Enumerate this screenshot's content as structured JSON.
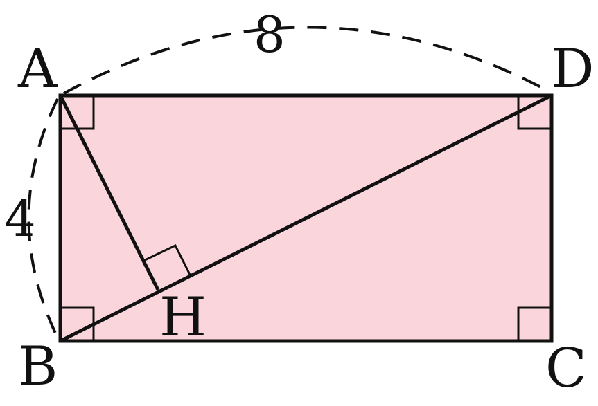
{
  "figure": {
    "vertices": {
      "A": "A",
      "B": "B",
      "C": "C",
      "D": "D",
      "H": "H"
    },
    "measures": {
      "top": "8",
      "left": "4"
    },
    "colors": {
      "fill": "#fbd5dc",
      "stroke": "#111111"
    }
  }
}
